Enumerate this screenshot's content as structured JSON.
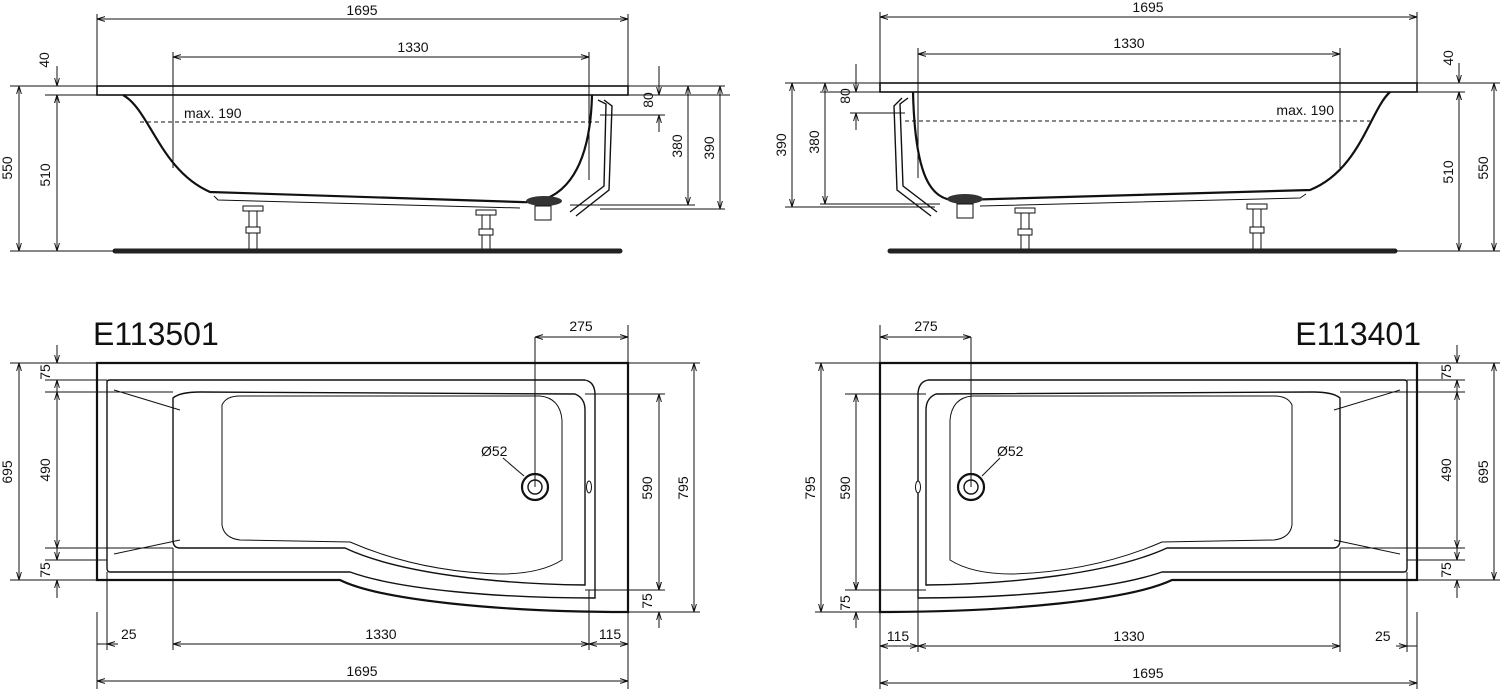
{
  "views": {
    "side_left": {
      "length": "1695",
      "inner_length": "1330",
      "rim": "40",
      "height_total": "550",
      "height_tub": "510",
      "overflow": "80",
      "h380": "380",
      "h390": "390",
      "max_water": "max. 190"
    },
    "side_right": {
      "length": "1695",
      "inner_length": "1330",
      "rim": "40",
      "height_total": "550",
      "height_tub": "510",
      "overflow": "80",
      "h380": "380",
      "h390": "390",
      "max_water": "max. 190"
    },
    "plan_left": {
      "code": "E113501",
      "drain_offset": "275",
      "drain_dia": "Ø52",
      "width_total": "795",
      "width_narrow": "695",
      "inner_wide": "590",
      "inner_narrow": "490",
      "edge_top": "75",
      "edge_bottom": "75",
      "edge_curve": "75",
      "offset_left": "25",
      "inner_length": "1330",
      "offset_right": "115",
      "length": "1695"
    },
    "plan_right": {
      "code": "E113401",
      "drain_offset": "275",
      "drain_dia": "Ø52",
      "width_total": "795",
      "width_narrow": "695",
      "inner_wide": "590",
      "inner_narrow": "490",
      "edge_top": "75",
      "edge_bottom": "75",
      "edge_curve": "75",
      "offset_left": "115",
      "inner_length": "1330",
      "offset_right": "25",
      "length": "1695"
    }
  }
}
